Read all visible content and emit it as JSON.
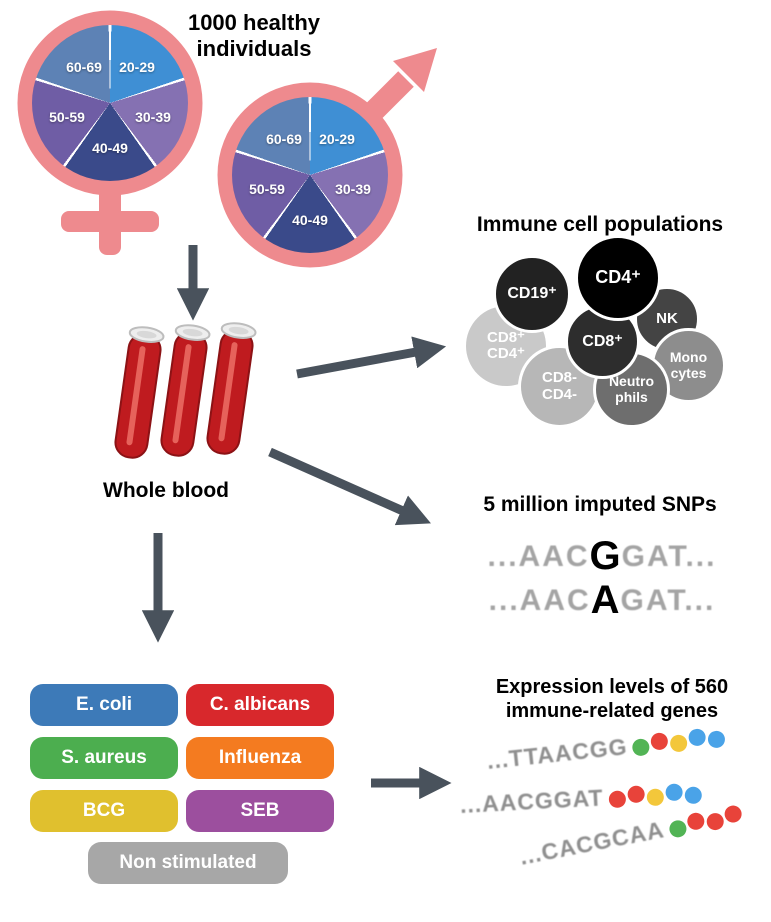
{
  "colors": {
    "symbol_pink": "#ee8a8e",
    "arrow_gray": "#49525c",
    "blood_red": "#bf1b1f",
    "blood_red_dark": "#8c1215",
    "blood_highlight": "#ea6a62"
  },
  "cohort": {
    "title": "1000 healthy individuals"
  },
  "demographics": {
    "age_segments": [
      {
        "label": "20-29",
        "color": "#3f8fd4"
      },
      {
        "label": "30-39",
        "color": "#8571b2"
      },
      {
        "label": "40-49",
        "color": "#3a4a8a"
      },
      {
        "label": "50-59",
        "color": "#6f5da5"
      },
      {
        "label": "60-69",
        "color": "#5d82b5"
      }
    ]
  },
  "whole_blood": {
    "label": "Whole blood"
  },
  "immune": {
    "title": "Immune cell populations",
    "cells": [
      {
        "id": "cd8pos-cd4pos",
        "line1": "CD8⁺",
        "line2": "CD4⁺",
        "color": "#c9c9c9"
      },
      {
        "id": "cd19pos",
        "line1": "CD19⁺",
        "line2": "",
        "color": "#222222"
      },
      {
        "id": "cd4pos",
        "line1": "CD4⁺",
        "line2": "",
        "color": "#000000"
      },
      {
        "id": "nk",
        "line1": "NK",
        "line2": "",
        "color": "#444444"
      },
      {
        "id": "monocytes",
        "line1": "Mono",
        "line2": "cytes",
        "color": "#8d8d8d"
      },
      {
        "id": "cd8pos",
        "line1": "CD8⁺",
        "line2": "",
        "color": "#2d2d2d"
      },
      {
        "id": "neutrophils",
        "line1": "Neutro",
        "line2": "phils",
        "color": "#6e6e6e"
      },
      {
        "id": "cd8neg-cd4neg",
        "line1": "CD8-",
        "line2": "CD4-",
        "color": "#b7b7b7"
      }
    ]
  },
  "snps": {
    "title": "5 million imputed SNPs",
    "rows": [
      {
        "pre": "...AAC",
        "variant": "G",
        "post": "GAT..."
      },
      {
        "pre": "...AAC",
        "variant": "A",
        "post": "GAT..."
      }
    ]
  },
  "stimuli": [
    {
      "label": "E. coli",
      "color": "#3d7ab8"
    },
    {
      "label": "C. albicans",
      "color": "#d8282c"
    },
    {
      "label": "S. aureus",
      "color": "#4cae4f"
    },
    {
      "label": "Influenza",
      "color": "#f47b20"
    },
    {
      "label": "BCG",
      "color": "#e0c02e"
    },
    {
      "label": "SEB",
      "color": "#9c4f9e"
    },
    {
      "label": "Non stimulated",
      "color": "#a7a7a7"
    }
  ],
  "expression": {
    "title": "Expression levels of 560 immune-related genes",
    "rows": [
      {
        "seq": "...TTAACGG",
        "dots": [
          "#52b455",
          "#e8433a",
          "#f3c73b",
          "#4aa3e8",
          "#4aa3e8"
        ]
      },
      {
        "seq": "...AACGGAT",
        "dots": [
          "#e8433a",
          "#e8433a",
          "#f3c73b",
          "#4aa3e8",
          "#4aa3e8"
        ]
      },
      {
        "seq": "...CACGCAA",
        "dots": [
          "#52b455",
          "#e8433a",
          "#e8433a",
          "#e8433a"
        ]
      }
    ]
  }
}
